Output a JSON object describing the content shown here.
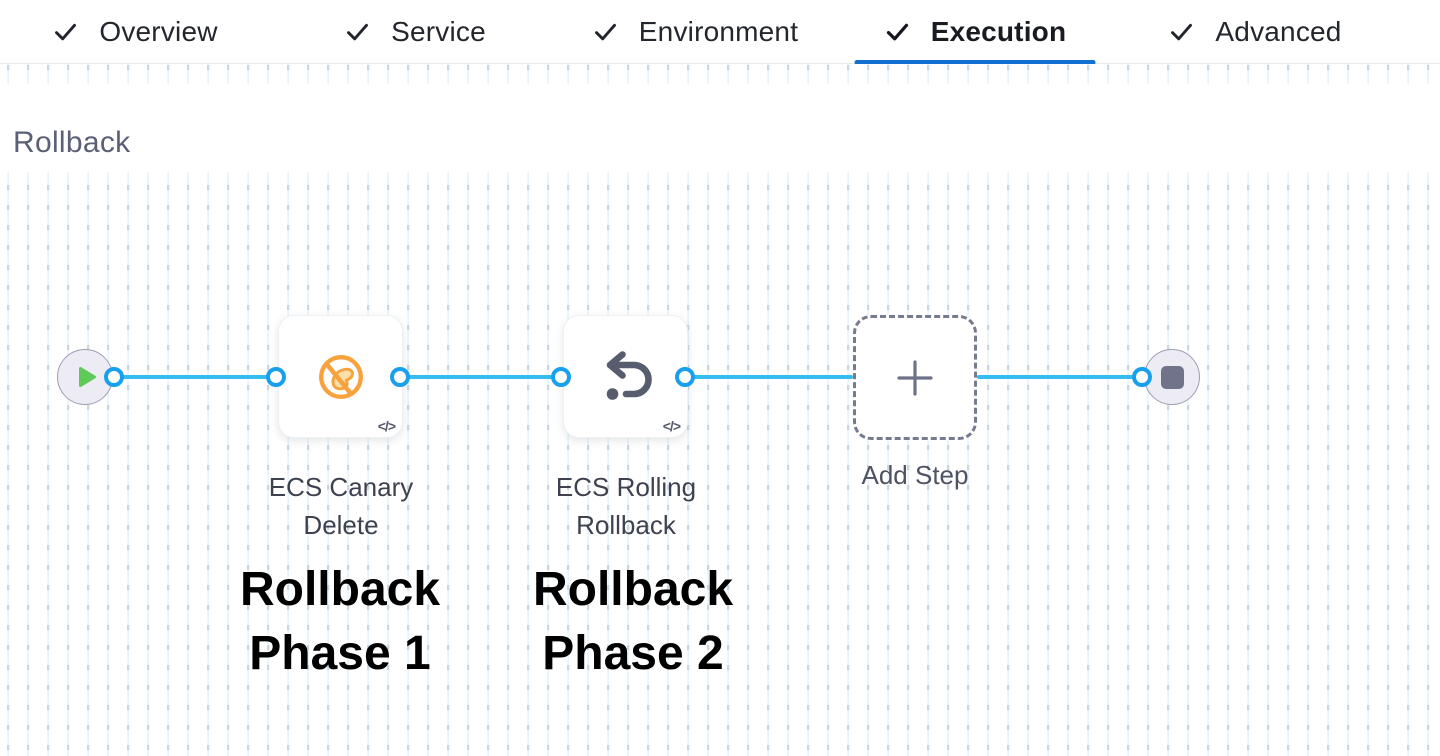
{
  "tab_bar": {
    "tabs": [
      {
        "label": "Overview",
        "icon": "check-icon",
        "checked": true,
        "active": false
      },
      {
        "label": "Service",
        "icon": "check-icon",
        "checked": true,
        "active": false
      },
      {
        "label": "Environment",
        "icon": "check-icon",
        "checked": true,
        "active": false
      },
      {
        "label": "Execution",
        "icon": "check-icon",
        "checked": true,
        "active": true
      },
      {
        "label": "Advanced",
        "icon": "check-icon",
        "checked": true,
        "active": false
      }
    ]
  },
  "section": {
    "heading": "Rollback"
  },
  "pipeline": {
    "start_node": {
      "icon": "play-icon"
    },
    "end_node": {
      "icon": "stop-icon"
    },
    "steps": [
      {
        "label": "ECS Canary Delete",
        "icon": "canary-delete-icon",
        "code_badge": "</>",
        "annotation": "Rollback Phase 1"
      },
      {
        "label": "ECS Rolling Rollback",
        "icon": "rollback-arrow-icon",
        "code_badge": "</>",
        "annotation": "Rollback Phase 2"
      }
    ],
    "add_step": {
      "label": "Add Step",
      "icon": "plus-icon"
    }
  },
  "colors": {
    "active_tab_blue": "#1270d2",
    "connector_line_blue": "#35bdf2",
    "port_ring_blue": "#18a0ed",
    "step_icon_orange": "#f7a23c",
    "play_green": "#5fca5a",
    "icon_slate": "#575c6e",
    "node_fill": "#edecf4",
    "node_border": "#9c9eb4",
    "heading_text": "#5b6077",
    "annotation_text": "#000000"
  }
}
